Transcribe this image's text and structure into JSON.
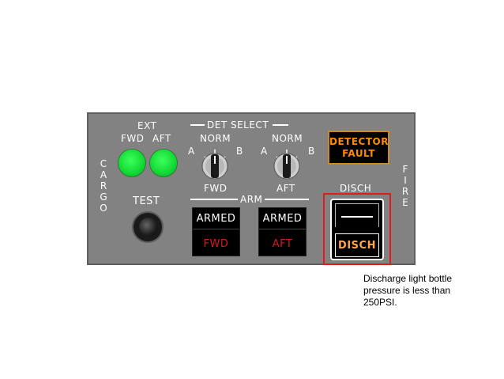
{
  "panel": {
    "cargo_vertical": "C\nA\nR\nG\nO",
    "fire_vertical": "F\nI\nR\nE",
    "ext_label": "EXT",
    "fwd_label": "FWD",
    "aft_label": "AFT",
    "test_label": "TEST",
    "det_select_label": "DET SELECT",
    "norm_label_1": "NORM",
    "norm_label_2": "NORM",
    "a_label_1": "A",
    "b_label_1": "B",
    "a_label_2": "A",
    "b_label_2": "B",
    "knob1_label": "FWD",
    "knob2_label": "AFT",
    "arm_label": "ARM",
    "armed_fwd_top": "ARMED",
    "armed_fwd_bottom": "FWD",
    "armed_aft_top": "ARMED",
    "armed_aft_bottom": "AFT",
    "detector_line1": "DETECTOR",
    "detector_line2": "FAULT",
    "disch_label": "DISCH",
    "disch_button": "DISCH"
  },
  "caption": "Discharge light bottle pressure is less than 250PSI.",
  "colors": {
    "panel": "#828282",
    "ext_light": "#18e03a",
    "armed_text": "#ffffff",
    "armed_subtext": "#d81b1b",
    "detector_text": "#ff8a00",
    "disch_text": "#ffa64d",
    "highlight": "#e31b1b"
  }
}
